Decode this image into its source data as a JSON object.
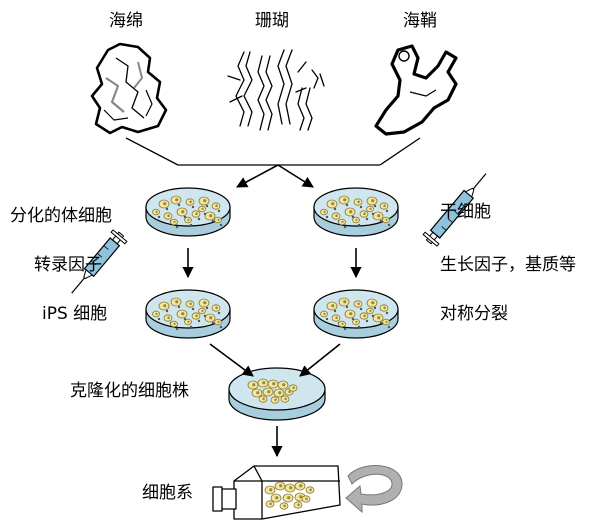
{
  "organisms": {
    "sponge": "海绵",
    "coral": "珊瑚",
    "sea_squirt": "海鞘"
  },
  "left_branch": {
    "source": "分化的体细胞",
    "treatment": "转录因子",
    "result": "iPS 细胞"
  },
  "right_branch": {
    "source": "干细胞",
    "treatment": "生长因子，基质等",
    "result": "对称分裂"
  },
  "merge": {
    "label": "克隆化的细胞株"
  },
  "final": {
    "label": "细胞系"
  },
  "colors": {
    "dish_fill": "#cfe6ef",
    "dish_rim": "#a8cedd",
    "cell_fill": "#f2e6a2",
    "cell_stroke": "#8a7a30",
    "syringe_fill": "#8fc2dc",
    "rotate_arrow": "#a8a8a8"
  }
}
